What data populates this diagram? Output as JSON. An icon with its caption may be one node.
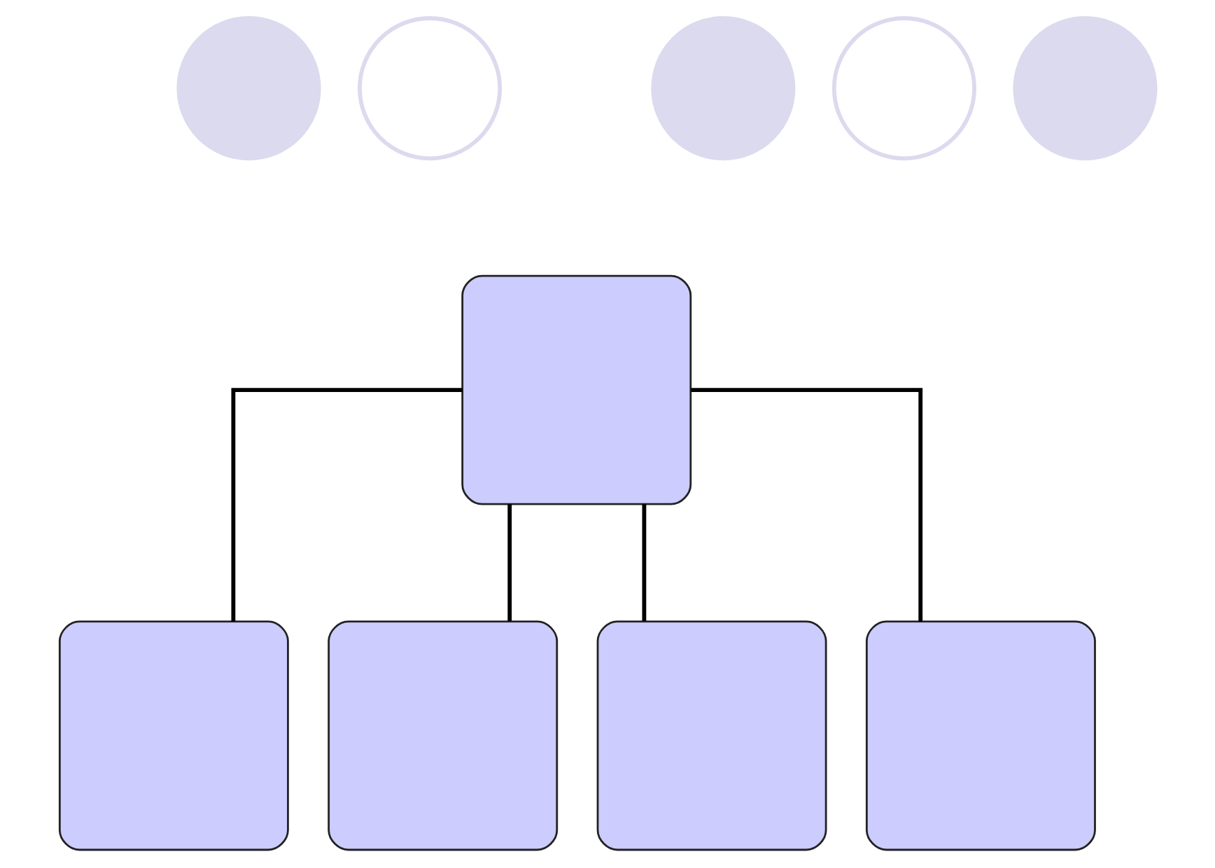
{
  "diagram": {
    "nodes": [
      {
        "text": [],
        "shape": "circle"
      },
      {
        "text": [],
        "shape": "circle"
      },
      {
        "text": [],
        "shape": "circle"
      },
      {
        "text": [],
        "shape": "circle"
      },
      {
        "text": [],
        "shape": "circle"
      },
      {
        "text": [],
        "shape": "box"
      },
      {
        "text": [],
        "shape": "box"
      },
      {
        "text": [],
        "shape": "box"
      },
      {
        "text": [],
        "shape": "box"
      },
      {
        "text": [],
        "shape": "box"
      }
    ],
    "edges": [
      {
        "from": 5,
        "to": 6,
        "arrow": "none"
      },
      {
        "from": 5,
        "to": 7,
        "arrow": "none"
      },
      {
        "from": 5,
        "to": 8,
        "arrow": "none"
      },
      {
        "from": 5,
        "to": 9,
        "arrow": "none"
      }
    ]
  }
}
